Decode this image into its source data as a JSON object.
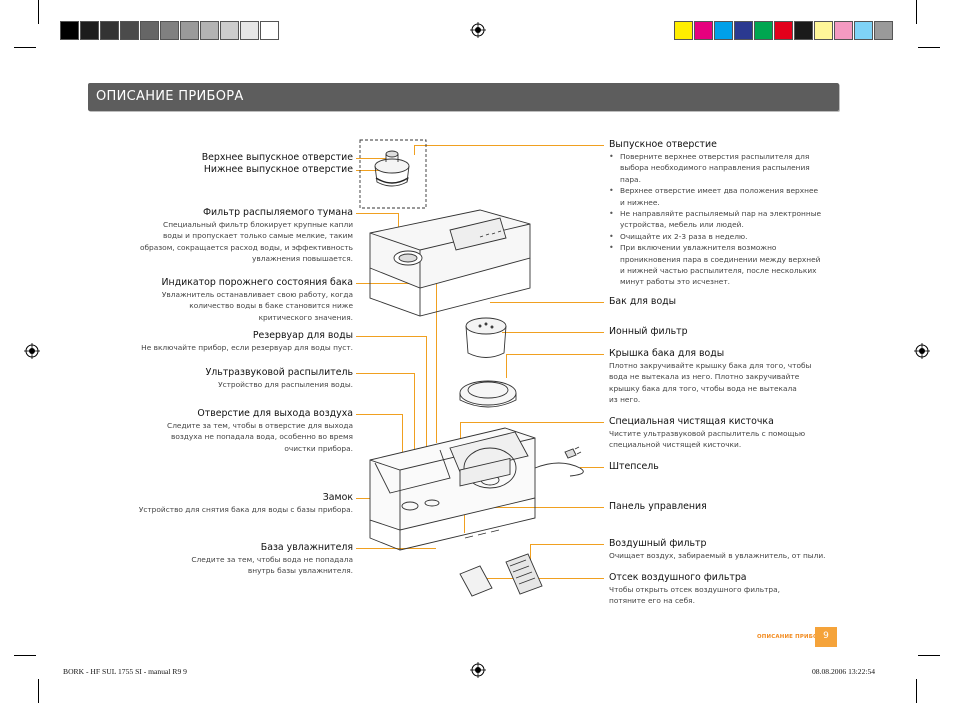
{
  "header": {
    "title": "ОПИСАНИЕ ПРИБОРА"
  },
  "colors": {
    "accent": "#f0a020",
    "header_bg": "#5d5d5d",
    "grays": [
      "#000000",
      "#1c1c1c",
      "#333333",
      "#4b4b4b",
      "#666666",
      "#808080",
      "#9a9a9a",
      "#b3b3b3",
      "#cdcdcd",
      "#e6e6e6",
      "#ffffff"
    ],
    "process": [
      "#ffee00",
      "#e6007e",
      "#00a0e9",
      "#2b3990",
      "#00a650",
      "#e3001b",
      "#1a1a1a",
      "#fff799",
      "#f49ac1",
      "#7fd3f7",
      "#9a9a9a"
    ]
  },
  "left_labels": [
    {
      "title": "Верхнее выпускное отверстие",
      "desc": []
    },
    {
      "title": "Нижнее выпускное отверстие",
      "desc": []
    },
    {
      "title": "Фильтр распыляемого тумана",
      "desc": [
        "Специальный фильтр блокирует крупные капли",
        "воды и пропускает только самые мелкие, таким",
        "образом, сокращается расход воды, и эффективность",
        "увлажнения повышается."
      ]
    },
    {
      "title": "Индикатор порожнего состояния бака",
      "desc": [
        "Увлажнитель останавливает свою работу, когда",
        "количество воды в баке становится ниже",
        "критического значения."
      ]
    },
    {
      "title": "Резервуар для воды",
      "desc": [
        "Не включайте прибор, если резервуар для воды пуст."
      ]
    },
    {
      "title": "Ультразвуковой распылитель",
      "desc": [
        "Устройство для распыления воды."
      ]
    },
    {
      "title": "Отверстие для выхода воздуха",
      "desc": [
        "Следите за тем, чтобы в отверстие для выхода",
        "воздуха не попадала вода, особенно во время",
        "очистки прибора."
      ]
    },
    {
      "title": "Замок",
      "desc": [
        "Устройство для снятия бака для воды с базы прибора."
      ]
    },
    {
      "title": "База увлажнителя",
      "desc": [
        "Следите за тем, чтобы вода не попадала",
        "внутрь базы увлажнителя."
      ]
    }
  ],
  "right_labels": [
    {
      "title": "Выпускное отверстие",
      "bullets": [
        [
          "Поверните верхнее отверстия распылителя для",
          "выбора необходимого направления распыления",
          "пара."
        ],
        [
          "Верхнее отверстие имеет два положения верхнее",
          "и нижнее."
        ],
        [
          "Не направляйте распыляемый пар на электронные",
          "устройства, мебель или людей."
        ],
        [
          "Очищайте их 2-3 раза в неделю."
        ],
        [
          "При включении увлажнителя возможно",
          "проникновения пара в соединении между верхней",
          "и нижней частью распылителя, после нескольких",
          "минут работы это исчезнет."
        ]
      ]
    },
    {
      "title": "Бак для воды",
      "desc": []
    },
    {
      "title": "Ионный фильтр",
      "desc": []
    },
    {
      "title": "Крышка бака для воды",
      "desc": [
        "Плотно закручивайте крышку бака для того, чтобы",
        "вода не вытекала из него. Плотно закручивайте",
        "крышку бака для того, чтобы вода не вытекала",
        "из него."
      ]
    },
    {
      "title": "Специальная чистящая кисточка",
      "desc": [
        "Чистите ультразвуковой распылитель с помощью",
        "специальной чистящей кисточки."
      ]
    },
    {
      "title": "Штепсель",
      "desc": []
    },
    {
      "title": "Панель управления",
      "desc": []
    },
    {
      "title": "Воздушный фильтр",
      "desc": [
        "Очищает воздух, забираемый в увлажнитель, от пыли."
      ]
    },
    {
      "title": "Отсек воздушного фильтра",
      "desc": [
        "Чтобы открыть отсек воздушного фильтра,",
        "потяните его на себя."
      ]
    }
  ],
  "footer": {
    "section_label": "ОПИСАНИЕ ПРИБОРА",
    "page_number": "9",
    "slug_left": "BORK - HF SUL 1755 SI - manual R9   9",
    "slug_right": "08.08.2006   13:22:54"
  }
}
